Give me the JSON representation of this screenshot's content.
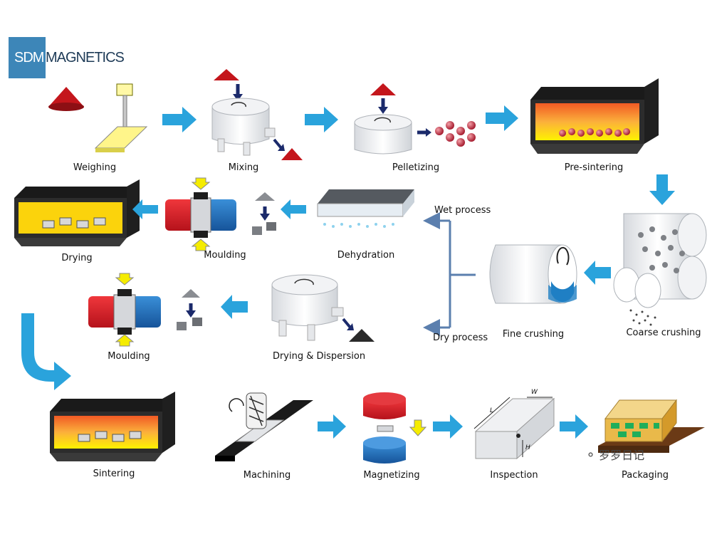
{
  "logo": {
    "part1": "SDM",
    "part2": "MAGNETICS"
  },
  "steps": {
    "weighing": "Weighing",
    "mixing": "Mixing",
    "pelletizing": "Pelletizing",
    "presintering": "Pre-sintering",
    "drying": "Drying",
    "moulding_wet": "Moulding",
    "dehydration": "Dehydration",
    "fine_crushing": "Fine crushing",
    "coarse_crushing": "Coarse crushing",
    "moulding_dry": "Moulding",
    "drying_dispersion": "Drying & Dispersion",
    "sintering": "Sintering",
    "machining": "Machining",
    "magnetizing": "Magnetizing",
    "inspection": "Inspection",
    "packaging": "Packaging"
  },
  "branches": {
    "wet": "Wet process",
    "dry": "Dry process"
  },
  "inspection_dims": {
    "w": "W",
    "l": "L",
    "h": "H"
  },
  "watermark": {
    "icon": "wechat-icon",
    "text": "罗罗日记"
  },
  "colors": {
    "arrow": "#2aa3dc",
    "branch_line": "#5b7fae",
    "furnace_hot": "#f7931e",
    "furnace_frame": "#2c2c2c",
    "powder_red": "#c4161c",
    "magnet_red": "#e2232a",
    "magnet_blue": "#1f6fb6",
    "yellow": "#f5ec00"
  }
}
